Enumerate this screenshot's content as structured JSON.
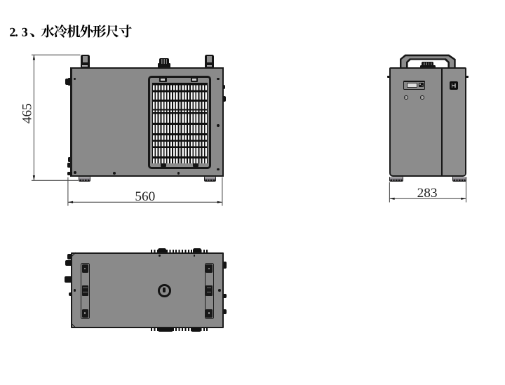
{
  "title": {
    "number": "2.3",
    "text": "水冷机外形尺寸",
    "full": "2.3、水冷机外形尺寸"
  },
  "views": {
    "side": {
      "name": "side-elevation",
      "dims": {
        "height": "465",
        "width": "560"
      }
    },
    "front": {
      "name": "front-elevation",
      "dims": {
        "width": "283"
      }
    },
    "top": {
      "name": "top-plan",
      "dims": {}
    }
  },
  "colors": {
    "body_gray": "#8a8a8a",
    "outline": "#1b1b1b",
    "dim_line": "#4e4e4e",
    "grille_dark": "#0f0f0f",
    "slat_white": "#f4f4f4",
    "page_background": "#ffffff"
  }
}
